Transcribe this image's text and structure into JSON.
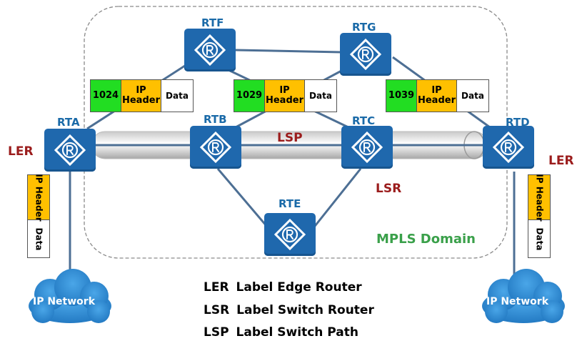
{
  "diagram": {
    "domain_label": "MPLS Domain",
    "lsp_label": "LSP",
    "routers": [
      {
        "id": "rta",
        "name": "RTA"
      },
      {
        "id": "rtb",
        "name": "RTB"
      },
      {
        "id": "rtc",
        "name": "RTC"
      },
      {
        "id": "rtd",
        "name": "RTD"
      },
      {
        "id": "rte",
        "name": "RTE"
      },
      {
        "id": "rtf",
        "name": "RTF"
      },
      {
        "id": "rtg",
        "name": "RTG"
      }
    ],
    "router_icon": "router-r-icon",
    "role_labels": {
      "ler_left": "LER",
      "ler_right": "LER",
      "lsr": "LSR"
    },
    "packets": [
      {
        "label": "1024",
        "header": "IP Header",
        "data": "Data"
      },
      {
        "label": "1029",
        "header": "IP Header",
        "data": "Data"
      },
      {
        "label": "1039",
        "header": "IP Header",
        "data": "Data"
      }
    ],
    "edge_packets": [
      {
        "header": "IP Header",
        "data": "Data"
      },
      {
        "header": "IP Header",
        "data": "Data"
      }
    ],
    "clouds": [
      {
        "name": "IP Network"
      },
      {
        "name": "IP Network"
      }
    ],
    "legend": [
      {
        "abbr": "LER",
        "full": "Label Edge Router"
      },
      {
        "abbr": "LSR",
        "full": "Label Switch Router"
      },
      {
        "abbr": "LSP",
        "full": "Label Switch Path"
      }
    ],
    "colors": {
      "router": "#1f68ad",
      "link": "#4d6f94",
      "label_green": "#22dd22",
      "ip_header": "#ffc000",
      "role_text": "#9b1c1c",
      "domain_text": "#3aa04a",
      "cloud": "#2d8bd5"
    }
  }
}
